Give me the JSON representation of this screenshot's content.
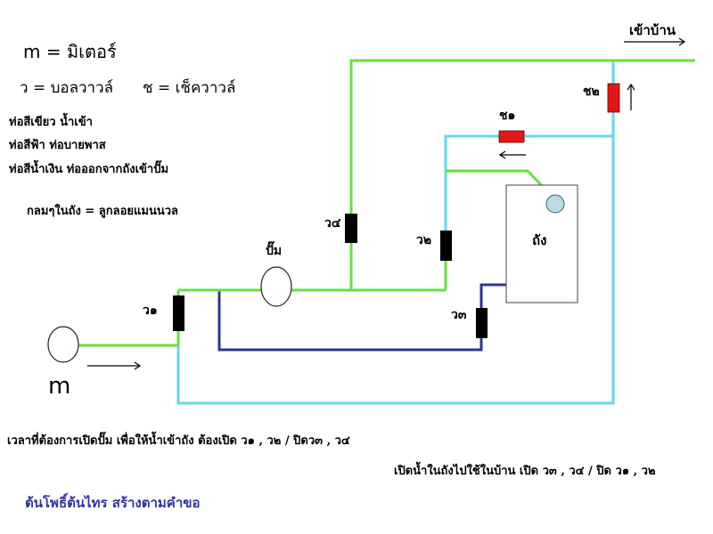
{
  "legend": {
    "meter_def": "m = มิเตอร์",
    "ball_valve_def": "ว = บอลวาวล์",
    "check_valve_def": "ช = เช็ควาวล์"
  },
  "pipe_notes": {
    "green": "ท่อสีเขียว น้ำเข้า",
    "cyan": "ท่อสีฟ้า ท่อบายพาส",
    "navy": "ท่อสีน้ำเงิน ท่อออกจากถังเข้าปั๊ม"
  },
  "float_note": "กลมๆในถัง = ลูกลอยแมนนวล",
  "labels": {
    "pump": "ปั๊ม",
    "v1": "ว๑",
    "v2": "ว๒",
    "v3": "ว๓",
    "v4": "ว๔",
    "c1": "ช๑",
    "c2": "ช๒",
    "tank": "ถัง",
    "to_house": "เข้าบ้าน",
    "meter": "m"
  },
  "instructions": {
    "fill_tank": "เวลาที่ต้องการเปิดปั๊ม เพื่อให้น้ำเข้าถัง ต้องเปิด ว๑ , ว๒ / ปิดว๓ , ว๔",
    "use_tank": "เปิดน้ำในถังไปใช้ในบ้าน เปิด ว๓ , ว๔ / ปิด ว๑ , ว๒"
  },
  "credit": "ต้นโพธิ์ต้นไทร สร้างตามคำขอ",
  "colors": {
    "green_pipe": "#66e040",
    "cyan_pipe": "#66d8ea",
    "navy_pipe": "#2e3590",
    "ball_valve": "#000000",
    "check_valve": "#e01818",
    "float": "#b8dce6",
    "credit_text": "#3232a8"
  }
}
